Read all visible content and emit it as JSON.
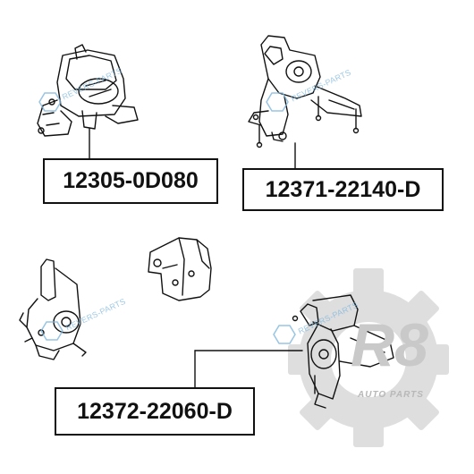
{
  "parts": [
    {
      "label": "12305-0D080"
    },
    {
      "label": "12371-22140-D"
    },
    {
      "label": "12372-22060-D"
    }
  ],
  "watermark": {
    "text": "REVERS-PARTS",
    "color": "#7fb7dd"
  },
  "branding": {
    "logo": "R8",
    "subtitle": "AUTO PARTS",
    "gear": "gear-icon",
    "color": "#c9c9c9"
  },
  "line_color": "#111111"
}
